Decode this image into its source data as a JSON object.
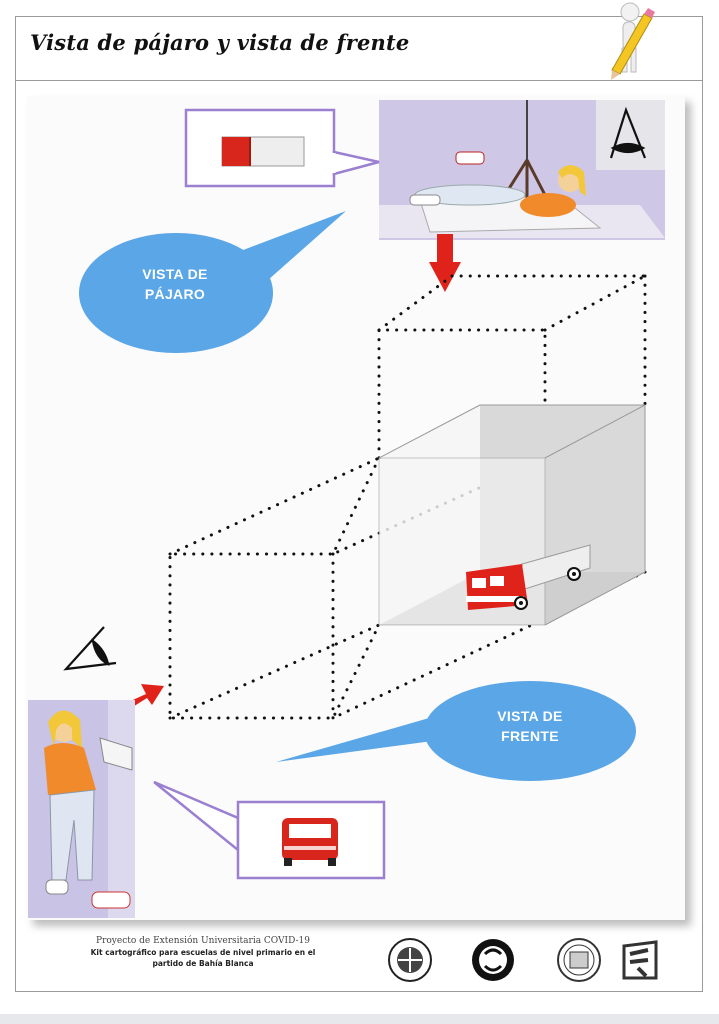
{
  "header": {
    "title": "Vista de pájaro y vista de frente"
  },
  "bubbles": {
    "top": {
      "line1": "VISTA DE",
      "line2": "PÁJARO"
    },
    "bottom": {
      "line1": "VISTA DE",
      "line2": "FRENTE"
    }
  },
  "footer": {
    "line1": "Proyecto de Extensión Universitaria COVID-19",
    "line2": "Kit cartográfico para escuelas de nivel primario en el",
    "line3": "partido de Bahía Blanca"
  },
  "icons": [
    "pencil-mascot-icon",
    "eye-icon",
    "arrow-icon",
    "bus-icon",
    "university-seal-icon"
  ]
}
